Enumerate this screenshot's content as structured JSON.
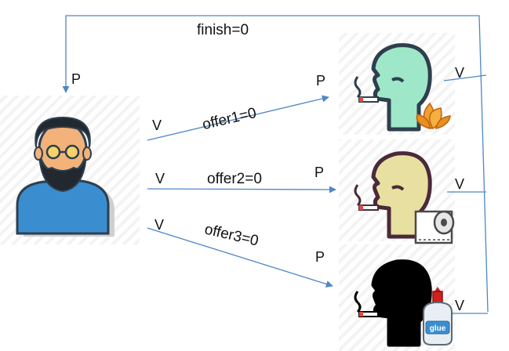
{
  "caption": {
    "text": "",
    "highlight": ""
  },
  "labels": {
    "finish": "finish=0",
    "offer1": "offer1=0",
    "offer2": "offer2=0",
    "offer3": "offer3=0",
    "p": "P",
    "v": "V",
    "glue": "glue"
  },
  "colors": {
    "arrow": "#4f86c6",
    "smoker_tobacco": "#9ee8c9",
    "smoker_paper": "#e8e0a0",
    "smoker_glue": "#000000",
    "outline": "#2e3f4e",
    "agent_shirt": "#3a8ed0",
    "agent_skin": "#f2b27a",
    "agent_hair": "#222830",
    "tobacco_leaf": "#f0a030",
    "glue_cap": "#d02020"
  },
  "icons": {
    "agent": "agent-person-icon",
    "smoker1": "tobacco-smoker-icon",
    "smoker2": "paper-smoker-icon",
    "smoker3": "glue-smoker-icon"
  }
}
